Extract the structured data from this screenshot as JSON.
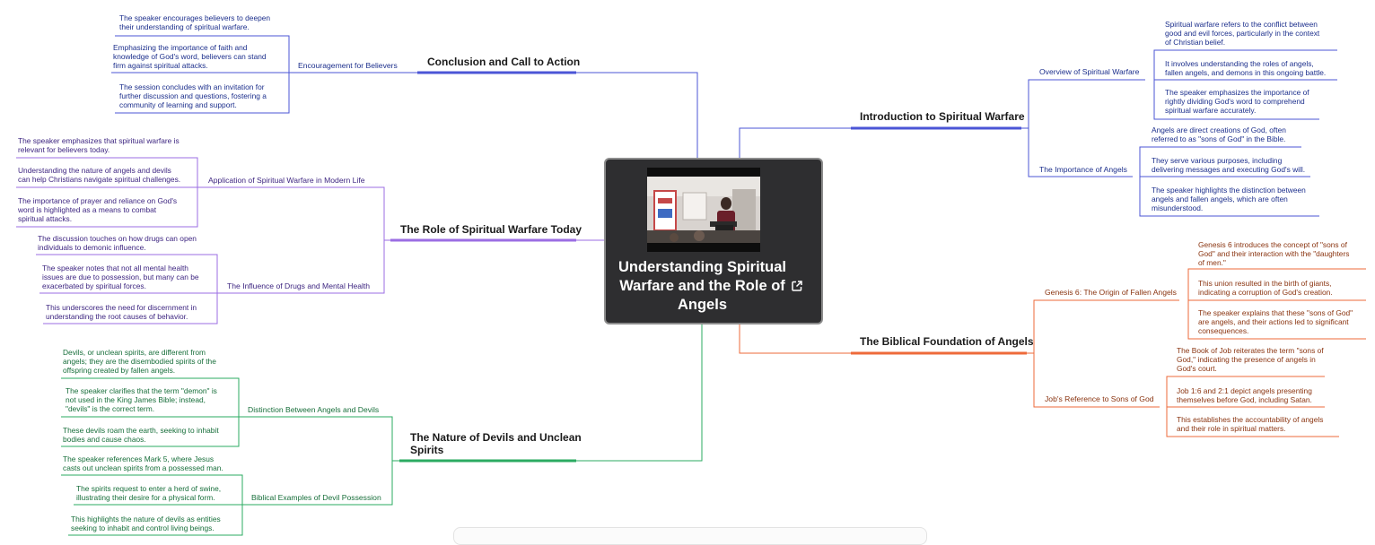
{
  "center": {
    "title": "Understanding Spiritual Warfare and the Role of Angels",
    "thumbnail": "video-thumbnail",
    "link_icon": "external-link-icon"
  },
  "colors": {
    "blue": "#4b55d6",
    "purple": "#9b6ee3",
    "orange": "#ee6a3a",
    "green": "#2bab62"
  },
  "topics": {
    "t1": {
      "label": "Introduction to Spiritual Warfare",
      "s1": {
        "label": "Overview of Spiritual Warfare",
        "l1": [
          "Spiritual warfare refers to the conflict between",
          "good and evil forces, particularly in the context",
          "of Christian belief."
        ],
        "l2": [
          "It involves understanding the roles of angels,",
          "fallen angels, and demons in this ongoing battle."
        ],
        "l3": [
          "The speaker emphasizes the importance of",
          "rightly dividing God's word to comprehend",
          "spiritual warfare accurately."
        ]
      },
      "s2": {
        "label": "The Importance of Angels",
        "l1": [
          "Angels are direct creations of God, often",
          "referred to as \"sons of God\" in the Bible."
        ],
        "l2": [
          "They serve various purposes, including",
          "delivering messages and executing God's will."
        ],
        "l3": [
          "The speaker highlights the distinction between",
          "angels and fallen angels, which are often",
          "misunderstood."
        ]
      }
    },
    "t2": {
      "label": "The Biblical Foundation of Angels",
      "s1": {
        "label": "Genesis 6: The Origin of Fallen Angels",
        "l1": [
          "Genesis 6 introduces the concept of \"sons of",
          "God\" and their interaction with the \"daughters",
          "of men.\""
        ],
        "l2": [
          "This union resulted in the birth of giants,",
          "indicating a corruption of God's creation."
        ],
        "l3": [
          "The speaker explains that these \"sons of God\"",
          "are angels, and their actions led to significant",
          "consequences."
        ]
      },
      "s2": {
        "label": "Job's Reference to Sons of God",
        "l1": [
          "The Book of Job reiterates the term \"sons of",
          "God,\" indicating the presence of angels in",
          "God's court."
        ],
        "l2": [
          "Job 1:6 and 2:1 depict angels presenting",
          "themselves before God, including Satan."
        ],
        "l3": [
          "This establishes the accountability of angels",
          "and their role in spiritual matters."
        ]
      }
    },
    "t3": {
      "label": "Conclusion and Call to Action",
      "s1": {
        "label": "Encouragement for Believers",
        "l1": [
          "The speaker encourages believers to deepen",
          "their understanding of spiritual warfare."
        ],
        "l2": [
          "Emphasizing the importance of faith and",
          "knowledge of God's word, believers can stand",
          "firm against spiritual attacks."
        ],
        "l3": [
          "The session concludes with an invitation for",
          "further discussion and questions, fostering a",
          "community of learning and support."
        ]
      }
    },
    "t4": {
      "label": "The Role of Spiritual Warfare Today",
      "s1": {
        "label": "Application of Spiritual Warfare in Modern Life",
        "l1": [
          "The speaker emphasizes that spiritual warfare is",
          "relevant for believers today."
        ],
        "l2": [
          "Understanding the nature of angels and devils",
          "can help Christians navigate spiritual challenges."
        ],
        "l3": [
          "The importance of prayer and reliance on God's",
          "word is highlighted as a means to combat",
          "spiritual attacks."
        ]
      },
      "s2": {
        "label": "The Influence of Drugs and Mental Health",
        "l1": [
          "The discussion touches on how drugs can open",
          "individuals to demonic influence."
        ],
        "l2": [
          "The speaker notes that not all mental health",
          "issues are due to possession, but many can be",
          "exacerbated by spiritual forces."
        ],
        "l3": [
          "This underscores the need for discernment in",
          "understanding the root causes of behavior."
        ]
      }
    },
    "t5": {
      "label": [
        "The Nature of Devils and Unclean",
        "Spirits"
      ],
      "s1": {
        "label": "Distinction Between Angels and Devils",
        "l1": [
          "Devils, or unclean spirits, are different from",
          "angels; they are the disembodied spirits of the",
          "offspring created by fallen angels."
        ],
        "l2": [
          "The speaker clarifies that the term \"demon\" is",
          "not used in the King James Bible; instead,",
          "\"devils\" is the correct term."
        ],
        "l3": [
          "These devils roam the earth, seeking to inhabit",
          "bodies and cause chaos."
        ]
      },
      "s2": {
        "label": "Biblical Examples of Devil Possession",
        "l1": [
          "The speaker references Mark 5, where Jesus",
          "casts out unclean spirits from a possessed man."
        ],
        "l2": [
          "The spirits request to enter a herd of swine,",
          "illustrating their desire for a physical form."
        ],
        "l3": [
          "This highlights the nature of devils as entities",
          "seeking to inhabit and control living beings."
        ]
      }
    }
  }
}
